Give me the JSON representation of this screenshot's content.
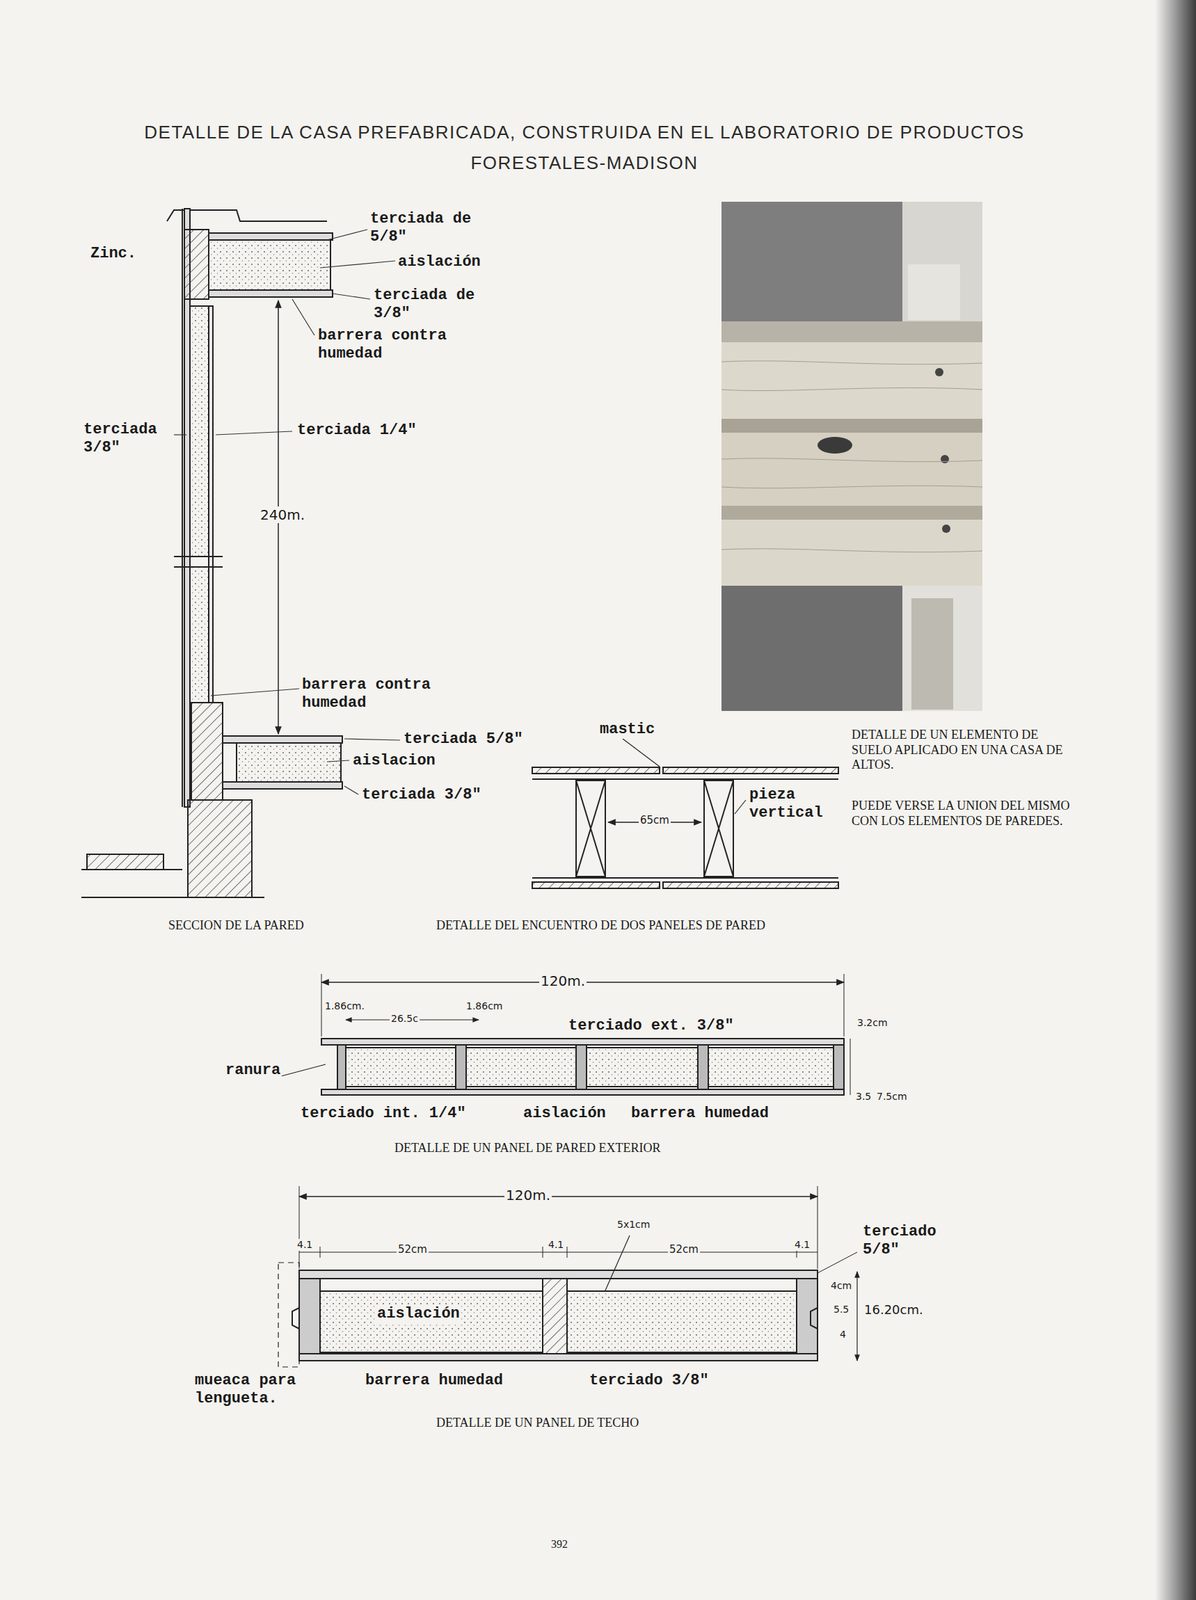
{
  "diagram": {
    "title": "DETALLE DE LA CASA PREFABRICADA, CONSTRUIDA EN EL LABORATORIO DE PRODUCTOS FORESTALES-MADISON",
    "labels": [
      "Zinc.",
      "terciada de 5/8\"",
      "aislación",
      "terciada de 3/8\"",
      "barrera contra humedad",
      "terciada 3/8\"",
      "terciada 1/4\"",
      "240m.",
      "barrera contra humedad",
      "terciada 5/8\"",
      "aislacion",
      "terciada 3/8\"",
      "mastic",
      "65cm",
      "pieza vertical",
      "SECCION DE LA PARED",
      "DETALLE DEL ENCUENTRO DE DOS PANELES DE PARED",
      "DETALLE DE UN ELEMENTO DE SUELO APLICADO EN UNA CASA DE ALTOS.",
      "PUEDE VERSE LA UNION DEL MISMO CON LOS ELEMENTOS DE PAREDES.",
      "120m.",
      "1.86cm.",
      "1.86cm",
      "26.5c",
      "3.2cm",
      "terciado ext. 3/8\"",
      "ranura",
      "3.5",
      "7.5cm",
      "terciado int. 1/4\"",
      "aislación",
      "barrera humedad",
      "DETALLE DE UN PANEL DE PARED EXTERIOR",
      "120m.",
      "4.1",
      "52cm",
      "4.1",
      "5x1cm",
      "52cm",
      "4.1",
      "terciado 5/8\"",
      "4cm",
      "5.5",
      "16.20cm.",
      "4",
      "aislación",
      "mueaca para lengueta.",
      "barrera humedad",
      "terciado 3/8\"",
      "DETALLE DE UN PANEL DE TECHO",
      "392"
    ]
  }
}
